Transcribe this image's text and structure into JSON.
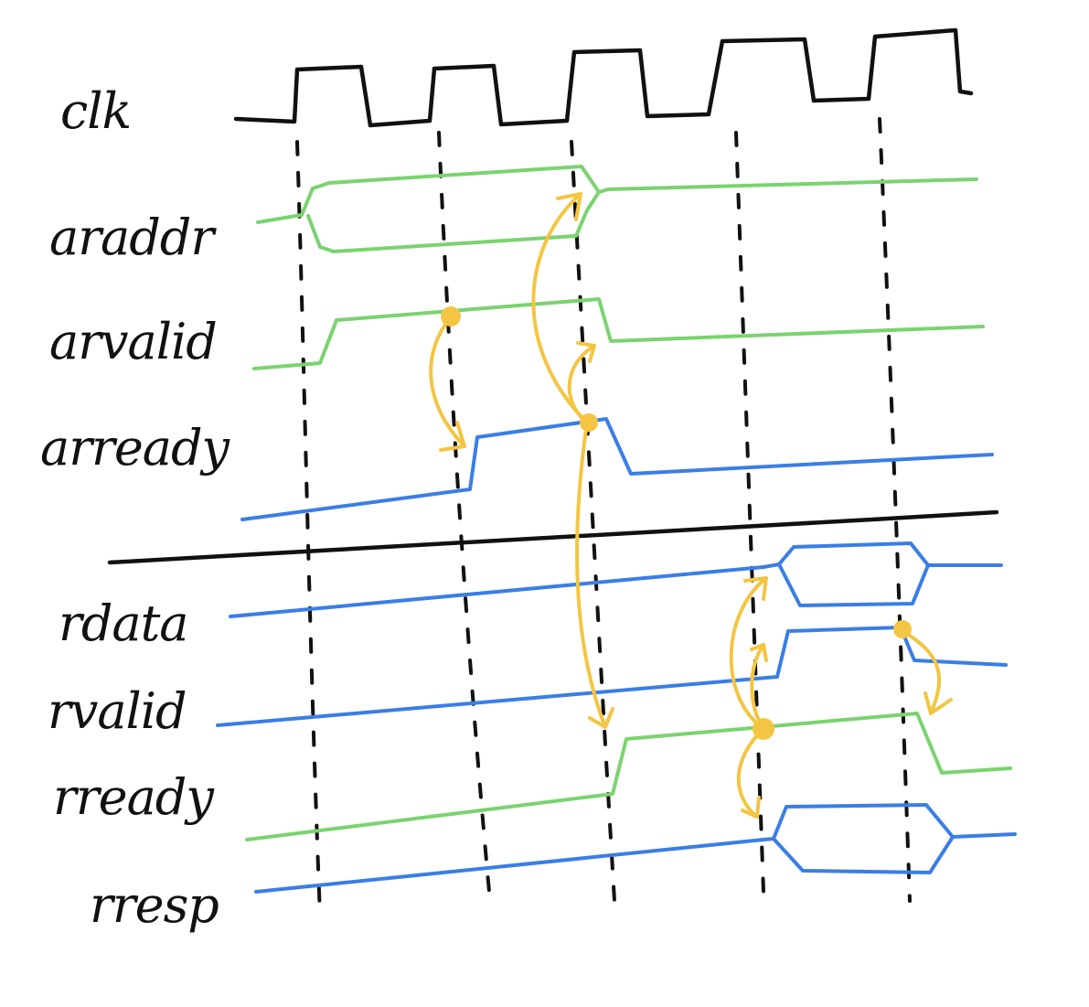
{
  "colors": {
    "clk": "#111111",
    "green": "#7ad36f",
    "blue": "#3a7ee6",
    "yellow": "#f3c542"
  },
  "signals": [
    {
      "id": "clk",
      "label": "clk"
    },
    {
      "id": "araddr",
      "label": "araddr"
    },
    {
      "id": "arvalid",
      "label": "arvalid"
    },
    {
      "id": "arready",
      "label": "arready"
    },
    {
      "id": "rdata",
      "label": "rdata"
    },
    {
      "id": "rvalid",
      "label": "rvalid"
    },
    {
      "id": "rready",
      "label": "rready"
    },
    {
      "id": "rresp",
      "label": "rresp"
    }
  ]
}
